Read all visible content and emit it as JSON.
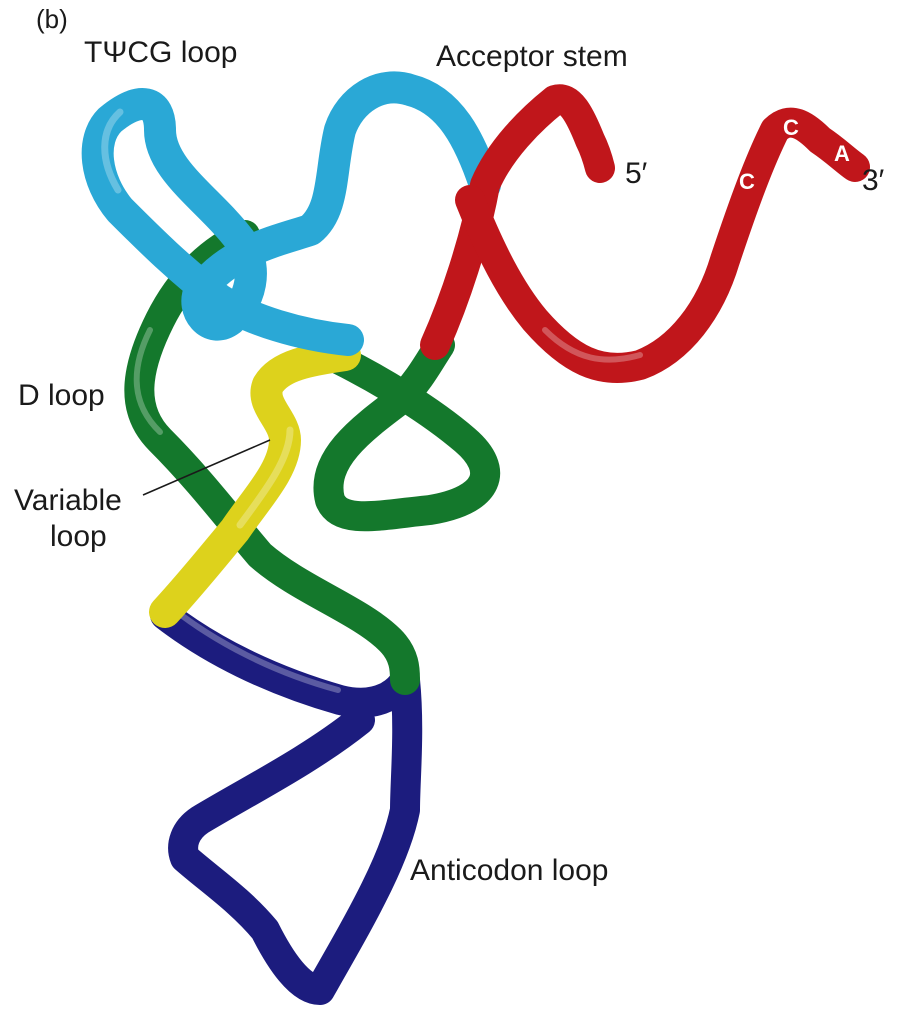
{
  "panel_label": "(b)",
  "labels": {
    "tpsicg_loop": "TΨCG loop",
    "acceptor_stem": "Acceptor stem",
    "five_prime": "5′",
    "three_prime": "3′",
    "d_loop": "D loop",
    "variable_loop_line1": "Variable",
    "variable_loop_line2": "loop",
    "anticodon_loop": "Anticodon loop"
  },
  "nucleotides": {
    "c1": "C",
    "c2": "C",
    "a": "A"
  },
  "colors": {
    "acceptor_stem": "#c0161b",
    "tpsicg_loop": "#2aa8d6",
    "d_loop": "#14782c",
    "variable_loop": "#ddd21c",
    "anticodon_loop": "#1c1c7e"
  }
}
